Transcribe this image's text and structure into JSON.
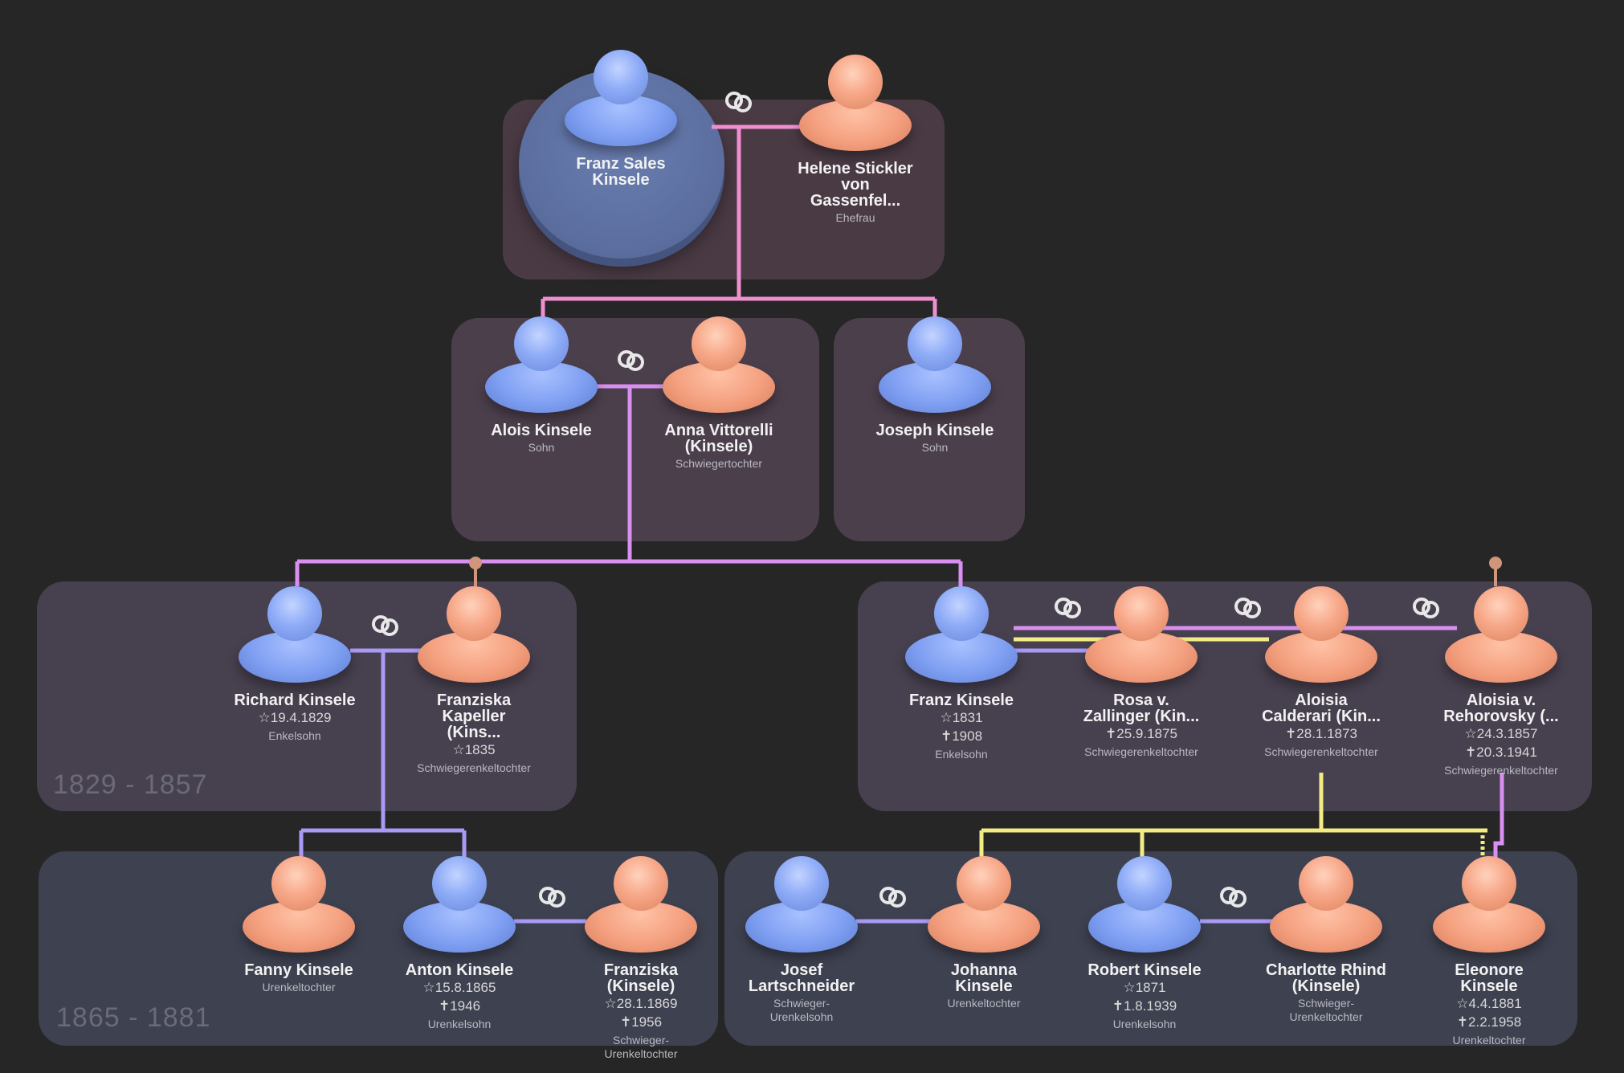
{
  "symbols": {
    "birth": "☆",
    "death": "✝"
  },
  "colors": {
    "line_pink": "#ef8fd0",
    "line_violet": "#d98ff0",
    "line_lilac": "#a99af5",
    "line_yellow": "#f3ec86",
    "male": "#8eabf7",
    "female": "#f7a788"
  },
  "generations": {
    "gen3": "1829 - 1857",
    "gen4": "1865 - 1881"
  },
  "people": {
    "franz_sales": {
      "name": "Franz Sales Kinsele",
      "gender": "male"
    },
    "helene": {
      "name": "Helene Stickler von Gassenfel...",
      "role": "Ehefrau",
      "gender": "female"
    },
    "alois": {
      "name": "Alois Kinsele",
      "role": "Sohn",
      "gender": "male"
    },
    "anna": {
      "name": "Anna Vittorelli (Kinsele)",
      "role": "Schwiegertochter",
      "gender": "female"
    },
    "joseph": {
      "name": "Joseph Kinsele",
      "role": "Sohn",
      "gender": "male"
    },
    "richard": {
      "name": "Richard Kinsele",
      "birth": "19.4.1829",
      "role": "Enkelsohn",
      "gender": "male"
    },
    "franziska_k": {
      "name": "Franziska Kapeller (Kins...",
      "birth": "1835",
      "role": "Schwiegerenkeltochter",
      "gender": "female"
    },
    "franz": {
      "name": "Franz Kinsele",
      "birth": "1831",
      "death": "1908",
      "role": "Enkelsohn",
      "gender": "male"
    },
    "rosa": {
      "name": "Rosa  v. Zallinger (Kin...",
      "death": "25.9.1875",
      "role": "Schwiegerenkeltochter",
      "gender": "female"
    },
    "aloisia_c": {
      "name": "Aloisia Calderari (Kin...",
      "death": "28.1.1873",
      "role": "Schwiegerenkeltochter",
      "gender": "female"
    },
    "aloisia_r": {
      "name": "Aloisia  v. Rehorovsky (...",
      "birth": "24.3.1857",
      "death": "20.3.1941",
      "role": "Schwiegerenkeltochter",
      "gender": "female"
    },
    "fanny": {
      "name": "Fanny Kinsele",
      "role": "Urenkeltochter",
      "gender": "female"
    },
    "anton": {
      "name": "Anton Kinsele",
      "birth": "15.8.1865",
      "death": "1946",
      "role": "Urenkelsohn",
      "gender": "male"
    },
    "franziska_2": {
      "name": "Franziska (Kinsele)",
      "birth": "28.1.1869",
      "death": "1956",
      "role": "Schwieger-Urenkeltochter",
      "gender": "female"
    },
    "josef": {
      "name": "Josef Lartschneider",
      "role": "Schwieger-Urenkelsohn",
      "gender": "male"
    },
    "johanna": {
      "name": "Johanna Kinsele",
      "role": "Urenkeltochter",
      "gender": "female"
    },
    "robert": {
      "name": "Robert Kinsele",
      "birth": "1871",
      "death": "1.8.1939",
      "role": "Urenkelsohn",
      "gender": "male"
    },
    "charlotte": {
      "name": "Charlotte Rhind (Kinsele)",
      "role": "Schwieger-Urenkeltochter",
      "gender": "female"
    },
    "eleonore": {
      "name": "Eleonore Kinsele",
      "birth": "4.4.1881",
      "death": "2.2.1958",
      "role": "Urenkeltochter",
      "gender": "female"
    }
  },
  "icons": {
    "marriage": "marriage-rings-icon",
    "pin": "pin-icon"
  }
}
